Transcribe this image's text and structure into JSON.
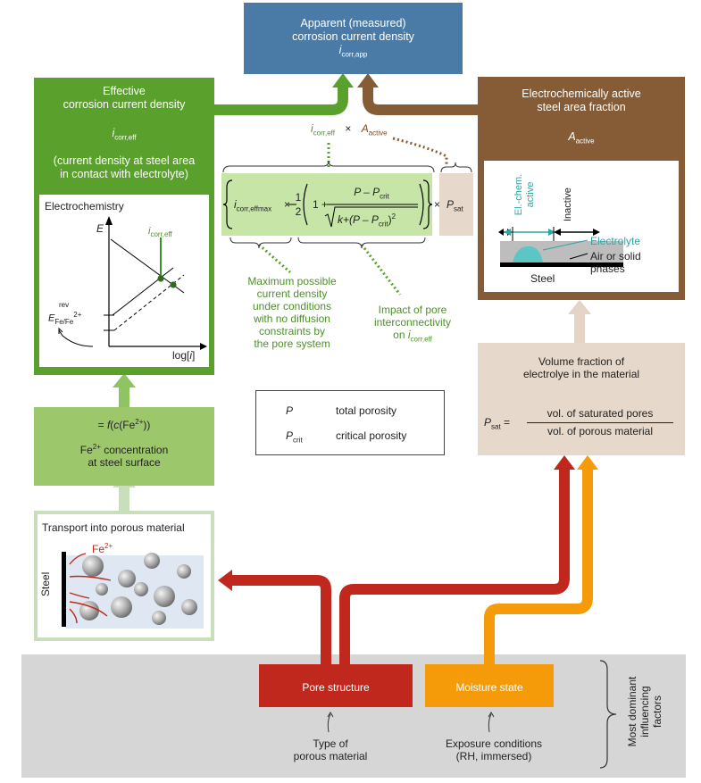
{
  "top_box": {
    "line1": "Apparent (measured)",
    "line2": "corrosion current density",
    "symbol": "i",
    "sub": "corr,app"
  },
  "effective_box": {
    "line1": "Effective",
    "line2": "corrosion current density",
    "symbol": "i",
    "sub": "corr,eff",
    "desc1": "(current density at steel area",
    "desc2": "in contact with electrolyte)"
  },
  "electrochem": {
    "title": "Electrochemistry",
    "axis_y": "E",
    "axis_x_pre": "log[",
    "axis_x_var": "i",
    "axis_x_post": "]",
    "curve_label": "i",
    "curve_label_sub": "corr,eff",
    "erev_sup": "rev",
    "erev_main": "E",
    "erev_sub": "Fe/Fe",
    "erev_sup2": "2+"
  },
  "fe_box": {
    "formula_pre": "= ",
    "formula_f": "f",
    "formula_mid": "(",
    "formula_c": "c",
    "formula_rest": "(Fe",
    "formula_sup": "2+",
    "formula_end": "))",
    "line2_pre": "Fe",
    "line2_sup": "2+",
    "line2_post": " concentration",
    "line3": "at steel surface"
  },
  "transport": {
    "title": "Transport into porous material",
    "ion": "Fe",
    "ion_sup": "2+",
    "steel": "Steel"
  },
  "active_box": {
    "line1": "Electrochemically active",
    "line2": "steel area fraction",
    "symbol": "A",
    "sub": "active",
    "elchem1": "El.-chem.",
    "elchem2": "active",
    "inactive": "Inactive",
    "electrolyte": "Electrolyte",
    "air1": "Air or solid",
    "air2": "phases",
    "steel": "Steel"
  },
  "volume_box": {
    "line1": "Volume fraction of",
    "line2": "electrolye in the material",
    "p": "P",
    "p_sub": "sat",
    "eq": " = ",
    "numerator": "vol. of saturated pores",
    "denominator": "vol. of porous material"
  },
  "formula": {
    "icorr": "i",
    "icorr_sub": "corr,eff",
    "times": "×",
    "a": "A",
    "a_sub": "active",
    "max_sub": "corr,effmax",
    "x12": "× ",
    "one": "1",
    "two": "2",
    "one_plus": "1 + ",
    "num": "P – P",
    "num_sub": "crit",
    "den_k": "k",
    "den_rest": "+(P – P",
    "den_sub": "crit",
    "den_end": ")",
    "den_sup": "2",
    "psat": "P",
    "psat_sub": "sat"
  },
  "annotations": {
    "max1": "Maximum possible",
    "max2": "current density",
    "max3": "under conditions",
    "max4": "with no diffusion",
    "max5": "constraints by",
    "max6": "the pore system",
    "pore1": "Impact of pore",
    "pore2": "interconnectivity",
    "pore3": "on ",
    "pore3_i": "i",
    "pore3_sub": "corr,eff"
  },
  "legend": {
    "p": "P",
    "p_desc": "total porosity",
    "pcrit": "P",
    "pcrit_sub": "crit",
    "pcrit_desc": "critical porosity"
  },
  "bottom": {
    "pore_structure": "Pore structure",
    "moisture_state": "Moisture state",
    "type1": "Type of",
    "type2": "porous material",
    "exp1": "Exposure conditions",
    "exp2": "(RH, immersed)",
    "dominant1": "Most dominant",
    "dominant2": "influencing",
    "dominant3": "factors"
  },
  "colors": {
    "blue": "#4a7ba6",
    "green": "#5aa02c",
    "green_light": "#9cc76b",
    "green_pale": "#c6e5a6",
    "brown": "#865c36",
    "tan": "#e6d8ca",
    "red": "#c0281d",
    "orange": "#f59b0a",
    "gray": "#d6d6d6",
    "text_green": "#4f8f2a",
    "text_brown": "#7a4a1f",
    "teal": "#2aa7a7"
  }
}
